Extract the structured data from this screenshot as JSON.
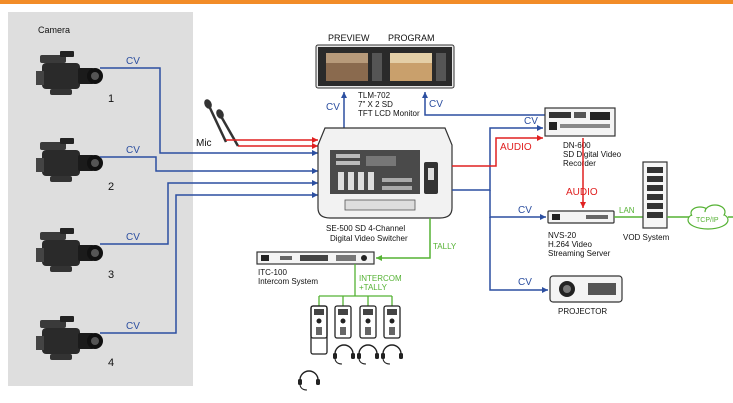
{
  "colors": {
    "accent_bar": "#f28c28",
    "panel": "#dedede",
    "video_line": "#2c4fa0",
    "audio_line": "#e02020",
    "tally_line": "#55b234"
  },
  "camera_panel": {
    "title": "Camera",
    "cameras": [
      {
        "number": "1",
        "signal": "CV"
      },
      {
        "number": "2",
        "signal": "CV"
      },
      {
        "number": "3",
        "signal": "CV"
      },
      {
        "number": "4",
        "signal": "CV"
      }
    ]
  },
  "mic": {
    "label": "Mic"
  },
  "monitor": {
    "preview_label": "PREVIEW",
    "program_label": "PROGRAM",
    "model": "TLM-702",
    "desc1": "7\" X 2 SD",
    "desc2": "TFT LCD Monitor",
    "cv_in": "CV",
    "cv_out": "CV"
  },
  "switcher": {
    "model": "SE-500 SD 4-Channel",
    "desc": "Digital Video Switcher"
  },
  "recorder": {
    "model": "DN-600",
    "desc1": "SD Digital Video",
    "desc2": "Recorder",
    "cv": "CV",
    "audio": "AUDIO"
  },
  "streaming": {
    "model": "NVS-20",
    "desc1": "H.264 Video",
    "desc2": "Streaming Server",
    "cv": "CV",
    "audio": "AUDIO",
    "lan": "LAN"
  },
  "vod": {
    "label": "VOD System",
    "cloud": "TCP/IP"
  },
  "projector": {
    "label": "PROJECTOR",
    "cv": "CV"
  },
  "intercom": {
    "model": "ITC-100",
    "desc": "Intercom System",
    "link_line1": "INTERCOM",
    "link_line2": "+TALLY",
    "tally": "TALLY"
  }
}
